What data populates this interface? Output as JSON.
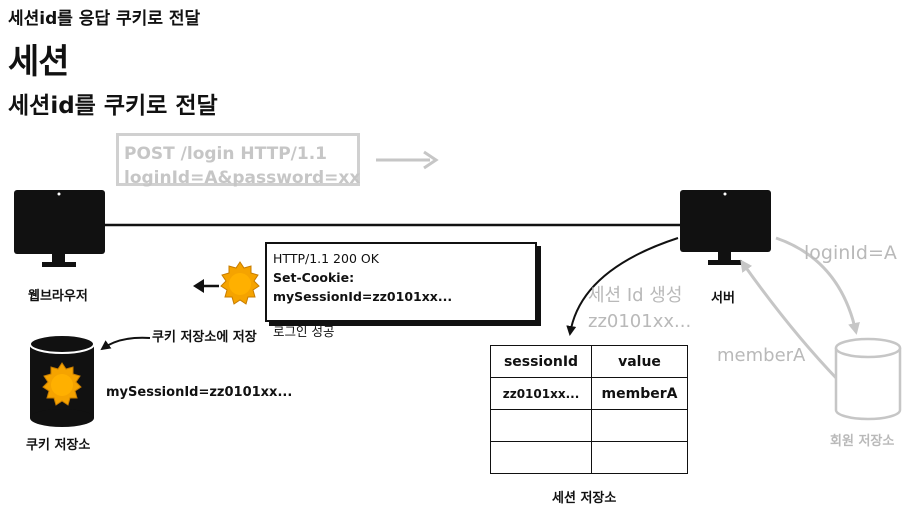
{
  "header": "세션id를 응답 쿠키로 전달",
  "title": "세션",
  "subtitle": "세션id를 쿠키로 전달",
  "request": {
    "line1": "POST /login HTTP/1.1",
    "line2": "loginId=A&password=xx"
  },
  "response": {
    "line1": "HTTP/1.1 200 OK",
    "line2": "Set-Cookie: mySessionId=zz0101xx...",
    "line3": "로그인 성공"
  },
  "browser": {
    "label": "웹브라우저"
  },
  "server": {
    "label": "서버"
  },
  "cookie_store": {
    "save_label": "쿠키 저장소에 저장",
    "value": "mySessionId=zz0101xx...",
    "label": "쿠키 저장소"
  },
  "session_create": {
    "line1": "세션 Id 생성",
    "line2": "zz0101xx..."
  },
  "member_store": {
    "request_label": "loginId=A",
    "response_label": "memberA",
    "label": "회원 저장소"
  },
  "session_table": {
    "headers": [
      "sessionId",
      "value"
    ],
    "rows": [
      [
        "zz0101xx...",
        "memberA"
      ],
      [
        "",
        ""
      ],
      [
        "",
        ""
      ]
    ],
    "label": "세션 저장소"
  },
  "colors": {
    "primary": "#111111",
    "faded": "#c6c6c6",
    "sun": "#f5a300"
  }
}
